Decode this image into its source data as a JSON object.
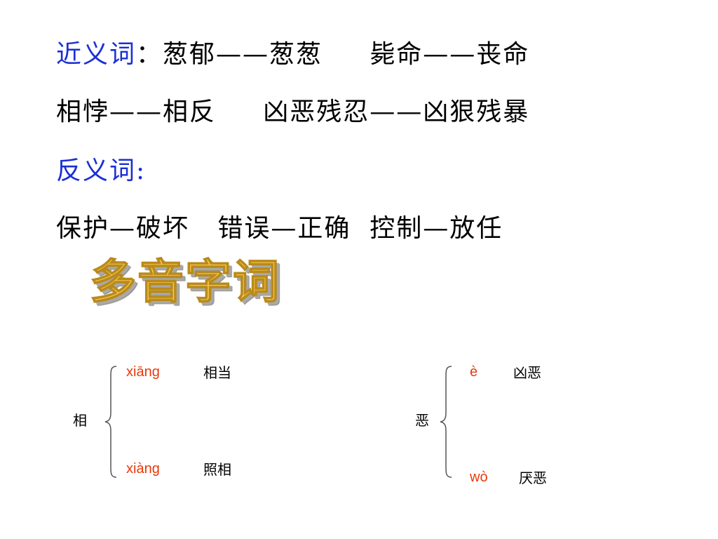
{
  "synonyms": {
    "label": "近义词",
    "colon": "：",
    "line1_rest": "葱郁——葱葱     毙命——丧命",
    "line2": "相悖——相反     凶恶残忍——凶狠残暴"
  },
  "antonyms": {
    "label": "反义词:",
    "line": "保护—破坏   错误—正确  控制—放任"
  },
  "polyphone_title": "多音字词",
  "polyphones": [
    {
      "char": "相",
      "readings": [
        {
          "pinyin": "xiāng",
          "word": "相当"
        },
        {
          "pinyin": "xiàng",
          "word": "照相"
        }
      ]
    },
    {
      "char": "恶",
      "readings": [
        {
          "pinyin": "è",
          "word": "凶恶"
        },
        {
          "pinyin": "wò",
          "word": "厌恶"
        }
      ]
    }
  ],
  "colors": {
    "heading_blue": "#1a2fd6",
    "pinyin_red": "#e8390c",
    "title_gold": "#f7c94a"
  }
}
